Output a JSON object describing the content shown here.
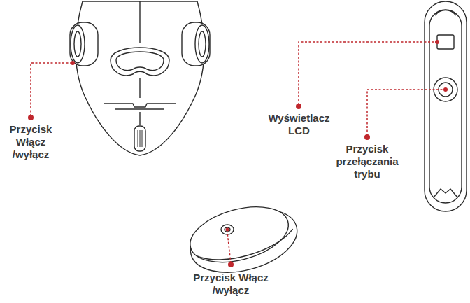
{
  "diagram": {
    "labels": [
      "Przycisk Włącz /wyłącz",
      "Wyświetlacz LCD",
      "Przycisk przełączania trybu",
      "Przycisk Włącz /wyłącz"
    ]
  }
}
